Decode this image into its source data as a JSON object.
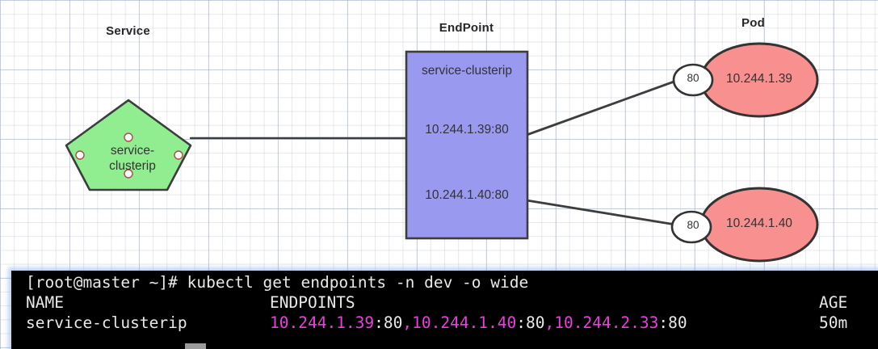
{
  "diagram": {
    "lanes": [
      {
        "id": "service",
        "title": "Service"
      },
      {
        "id": "endpoint",
        "title": "EndPoint"
      },
      {
        "id": "pod",
        "title": "Pod"
      }
    ],
    "service_node": {
      "shape": "pentagon",
      "label_line_1": "service-",
      "label_line_2": "clusterip",
      "fill": "#90EE90",
      "stroke": "#3d3d3d",
      "handles": 4
    },
    "endpoint_node": {
      "shape": "rectangle",
      "name": "service-clusterip",
      "address_1": "10.244.1.39:80",
      "address_2": "10.244.1.40:80",
      "fill": "#9999f0",
      "stroke": "#3d3d3d"
    },
    "pods": [
      {
        "ip": "10.244.1.39",
        "port": "80",
        "fill": "#F89090",
        "stroke": "#333333"
      },
      {
        "ip": "10.244.1.40",
        "port": "80",
        "fill": "#F89090",
        "stroke": "#333333"
      }
    ],
    "connectors": [
      {
        "from": "service-node",
        "to": "endpoint-node"
      },
      {
        "from": "endpoint-address-1",
        "to": "pod-1-port"
      },
      {
        "from": "endpoint-address-2",
        "to": "pod-2-port"
      }
    ]
  },
  "terminal": {
    "prompt": "[root@master ~]# ",
    "command": "kubectl get endpoints -n dev -o wide",
    "header": {
      "name": "NAME",
      "endpoints": "ENDPOINTS",
      "age": "AGE"
    },
    "row": {
      "name": "service-clusterip",
      "endpoint_1_ip": "10.244.1.39",
      "endpoint_1_port": ":80",
      "separator_1": ",",
      "endpoint_2_ip": "10.244.1.40",
      "endpoint_2_port": ":80",
      "separator_2": ",",
      "endpoint_3_ip": "10.244.2.33",
      "endpoint_3_port": ":80",
      "age": "50m"
    },
    "colors": {
      "background": "#000000",
      "text": "#e8e8e8",
      "ip_highlight": "#ec3ee0",
      "glow": "#78a0eb"
    }
  }
}
